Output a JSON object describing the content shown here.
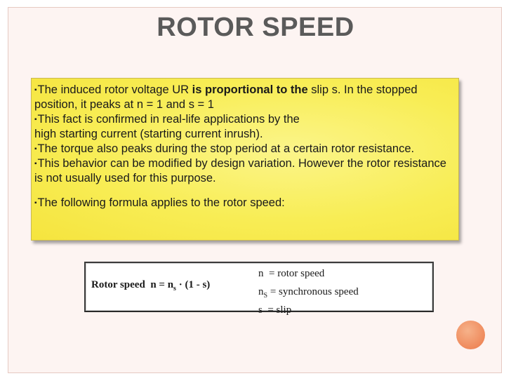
{
  "slide": {
    "title": "ROTOR SPEED",
    "bullets": [
      {
        "pre": "The induced rotor voltage UR ",
        "bold": "is proportional to the",
        "post": " slip s. In the stopped position, it peaks at n = 1 and s = 1"
      },
      {
        "line1": "This fact is confirmed in real-life applications by the",
        "line2": "high starting current (starting current inrush)."
      },
      {
        "text": "The torque also peaks during the stop period at a certain rotor resistance."
      },
      {
        "text": "This behavior can be modified by design variation. However the rotor resistance is not usually used for this purpose."
      },
      {
        "text": "The following formula applies to the rotor speed:"
      }
    ],
    "bullet_glyph": "▪",
    "formula": {
      "label": "Rotor speed",
      "lhs": "n  =  n",
      "sub": "s",
      "rhs": " · (1 - s)",
      "defs": [
        {
          "symbol": "n",
          "sub": "",
          "text": "  = rotor speed"
        },
        {
          "symbol": "n",
          "sub": "S",
          "text": " = synchronous speed"
        },
        {
          "symbol": "s",
          "sub": "",
          "text": "  = slip"
        }
      ]
    },
    "colors": {
      "text_box": "#f8ed55",
      "accent_circle": "#ef8a5c",
      "title": "#5a5a5a",
      "frame": "#fdf4f2"
    }
  }
}
